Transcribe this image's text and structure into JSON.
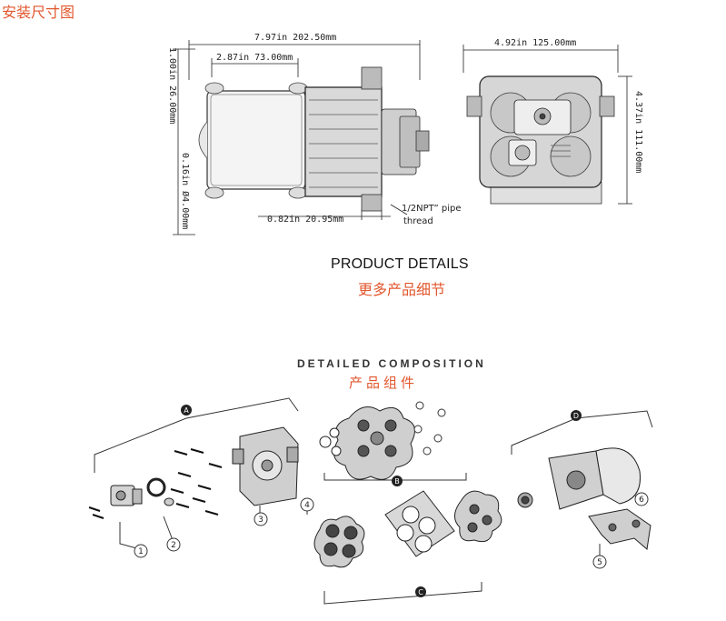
{
  "header": {
    "install_title": "安装尺寸图"
  },
  "dimensions": {
    "overall_length": "7.97in 202.50mm",
    "mount_spacing": "2.87in 73.00mm",
    "height": "1.00in 26.00mm",
    "hole_dia": "0.16in Ø4.00mm",
    "port_offset": "0.82in 20.95mm",
    "pipe_thread_line1": "1/2NPT” pipe",
    "pipe_thread_line2": "thread",
    "end_width": "4.92in 125.00mm",
    "end_height": "4.37in 111.00mm"
  },
  "product_details": {
    "en": "PRODUCT DETAILS",
    "cn": "更多产品细节"
  },
  "composition": {
    "en": "DETAILED COMPOSITION",
    "cn": "产品组件",
    "groups": {
      "a": "A",
      "b": "B",
      "c": "C",
      "d": "D"
    },
    "parts": {
      "p1": "1",
      "p2": "2",
      "p3": "3",
      "p4": "4",
      "p5": "5",
      "p6": "6"
    }
  }
}
